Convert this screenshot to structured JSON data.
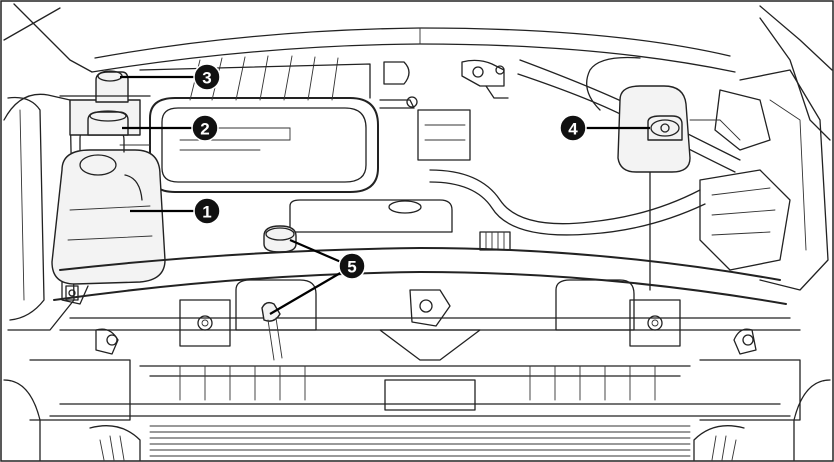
{
  "diagram": {
    "callouts": [
      {
        "id": "callout-1",
        "label": "1"
      },
      {
        "id": "callout-2",
        "label": "2"
      },
      {
        "id": "callout-3",
        "label": "3"
      },
      {
        "id": "callout-4",
        "label": "4"
      },
      {
        "id": "callout-5",
        "label": "5"
      }
    ]
  },
  "colors": {
    "line": "#222222",
    "background": "#ffffff",
    "callout_fill": "#111111",
    "callout_text": "#ffffff"
  }
}
